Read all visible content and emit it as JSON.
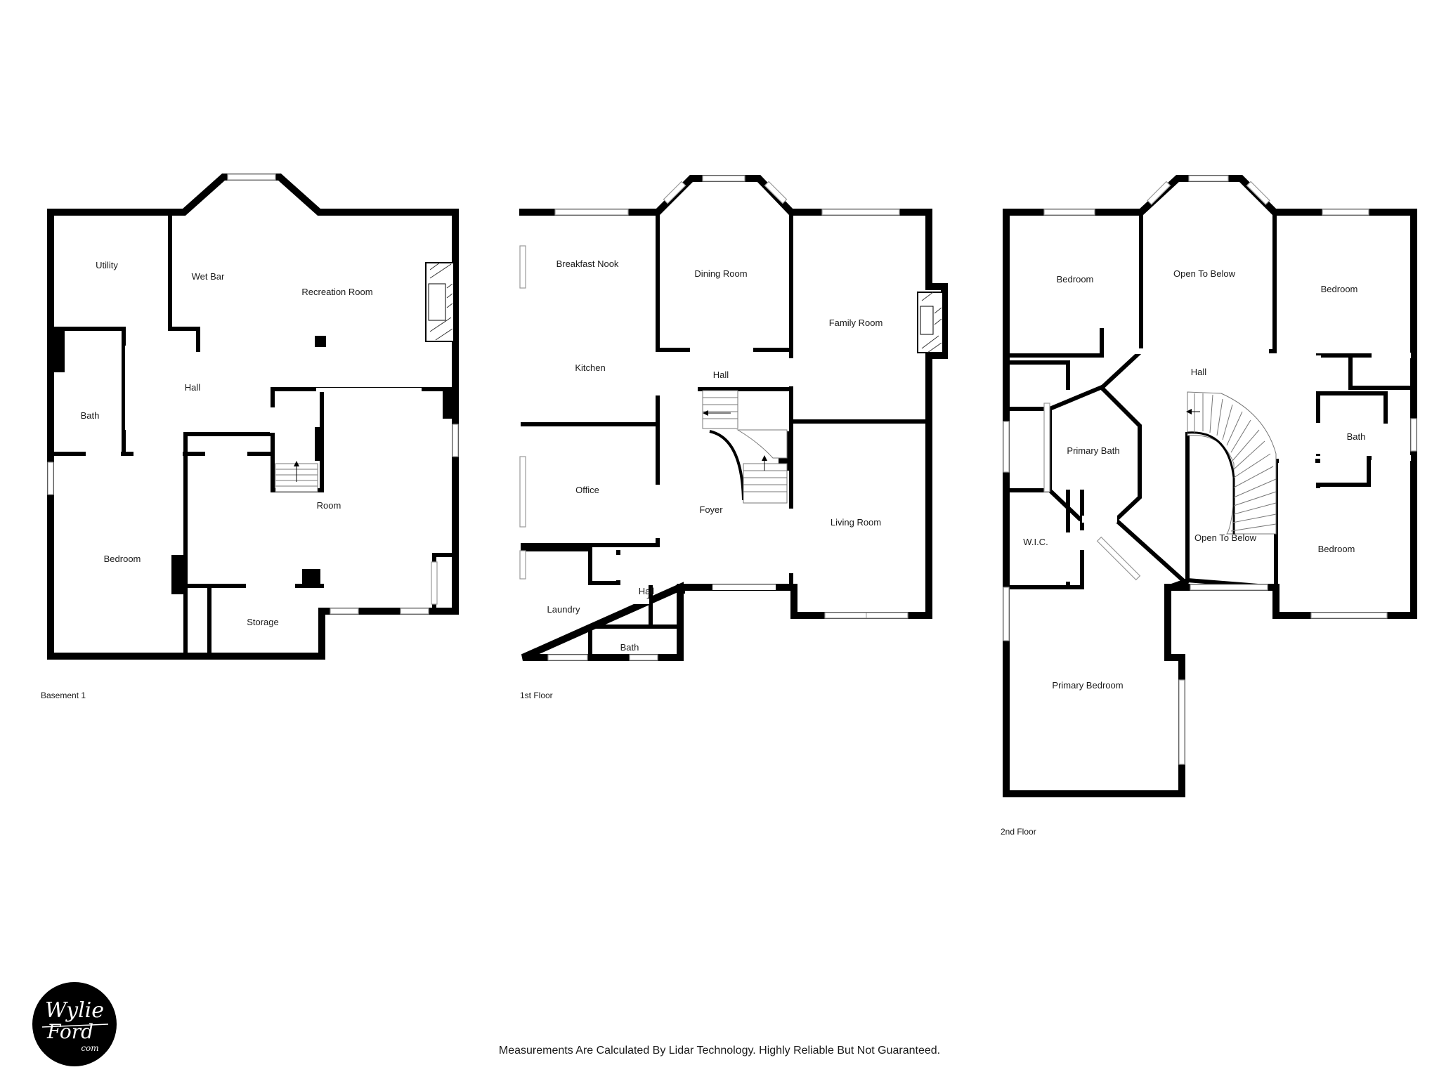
{
  "floors": {
    "basement": {
      "label": "Basement 1",
      "rooms": {
        "utility": "Utility",
        "wet_bar": "Wet Bar",
        "recreation_room": "Recreation Room",
        "hall": "Hall",
        "bath": "Bath",
        "room": "Room",
        "bedroom": "Bedroom",
        "storage": "Storage"
      }
    },
    "first": {
      "label": "1st Floor",
      "rooms": {
        "breakfast_nook": "Breakfast Nook",
        "dining_room": "Dining Room",
        "family_room": "Family Room",
        "kitchen": "Kitchen",
        "hall": "Hall",
        "office": "Office",
        "foyer": "Foyer",
        "living_room": "Living Room",
        "laundry": "Laundry",
        "hall_2": "Hall",
        "bath": "Bath"
      }
    },
    "second": {
      "label": "2nd Floor",
      "rooms": {
        "bedroom_nw": "Bedroom",
        "open_to_below_top": "Open To Below",
        "bedroom_ne": "Bedroom",
        "hall": "Hall",
        "primary_bath": "Primary Bath",
        "bath": "Bath",
        "wic": "W.I.C.",
        "open_to_below_stairs": "Open To Below",
        "bedroom_se": "Bedroom",
        "primary_bedroom": "Primary Bedroom"
      }
    }
  },
  "footer": {
    "disclaimer": "Measurements Are Calculated By Lidar Technology. Highly Reliable But Not Guaranteed."
  },
  "logo": {
    "line1": "Wylie",
    "line2": "Ford",
    "line3": "com"
  },
  "colors": {
    "wall": "#000000",
    "background": "#ffffff",
    "window": "#9a9a9a",
    "logo_bg": "#000000",
    "logo_fg": "#ffffff"
  }
}
